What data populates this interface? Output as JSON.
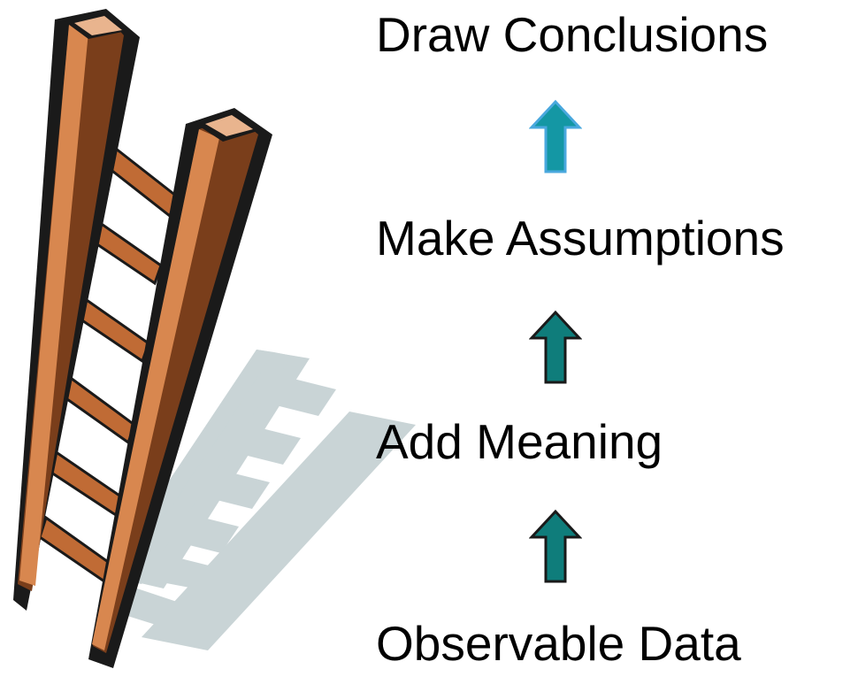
{
  "diagram": {
    "type": "ladder-of-inference",
    "illustration": "ladder-icon",
    "steps": [
      {
        "label": "Draw Conclusions"
      },
      {
        "label": "Make Assumptions"
      },
      {
        "label": "Add Meaning"
      },
      {
        "label": "Observable Data"
      }
    ],
    "arrows": [
      {
        "icon": "up-arrow-icon",
        "highlighted": true
      },
      {
        "icon": "up-arrow-icon",
        "highlighted": false
      },
      {
        "icon": "up-arrow-icon",
        "highlighted": false
      }
    ]
  },
  "colors": {
    "arrow_fill": "#0f7d7b",
    "arrow_highlight_fill": "#1497a4",
    "arrow_outline": "#1a1a1a",
    "arrow_highlight_outline": "#4aa8de",
    "rail_face": "#d8874f",
    "rail_side": "#7a3e1b",
    "rail_end": "#e9b48e",
    "shadow": "#c9d4d6",
    "label_text": "#000000"
  }
}
